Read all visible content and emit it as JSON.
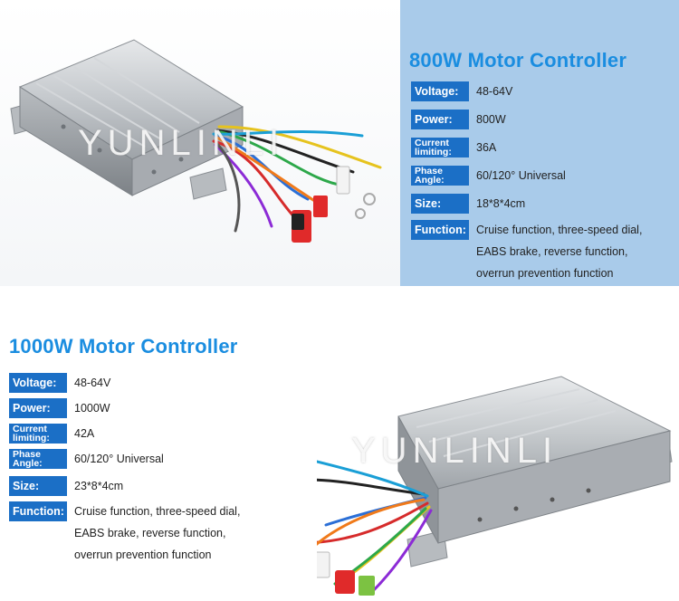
{
  "watermark": "YUNLINLI",
  "top": {
    "title": "800W Motor Controller",
    "specs": [
      {
        "label": "Voltage:",
        "value": "48-64V"
      },
      {
        "label": "Power:",
        "value": "800W"
      },
      {
        "label": "Current limiting:",
        "value": "36A"
      },
      {
        "label": "Phase Angle:",
        "value": "60/120° Universal"
      },
      {
        "label": "Size:",
        "value": "18*8*4cm"
      },
      {
        "label": "Function:",
        "lines": [
          "Cruise function, three-speed dial,",
          "EABS brake, reverse function,",
          "overrun prevention function"
        ]
      }
    ]
  },
  "bottom": {
    "title": "1000W Motor Controller",
    "specs": [
      {
        "label": "Voltage:",
        "value": "48-64V"
      },
      {
        "label": "Power:",
        "value": "1000W"
      },
      {
        "label": "Current limiting:",
        "value": "42A"
      },
      {
        "label": "Phase Angle:",
        "value": "60/120° Universal"
      },
      {
        "label": "Size:",
        "value": "23*8*4cm"
      },
      {
        "label": "Function:",
        "lines": [
          "Cruise function, three-speed dial,",
          "EABS brake, reverse function,",
          "overrun prevention function"
        ]
      }
    ]
  },
  "colors": {
    "accent": "#1a8de0",
    "label_bg": "#1b6fc6",
    "panel_bg": "#a9cbea"
  }
}
